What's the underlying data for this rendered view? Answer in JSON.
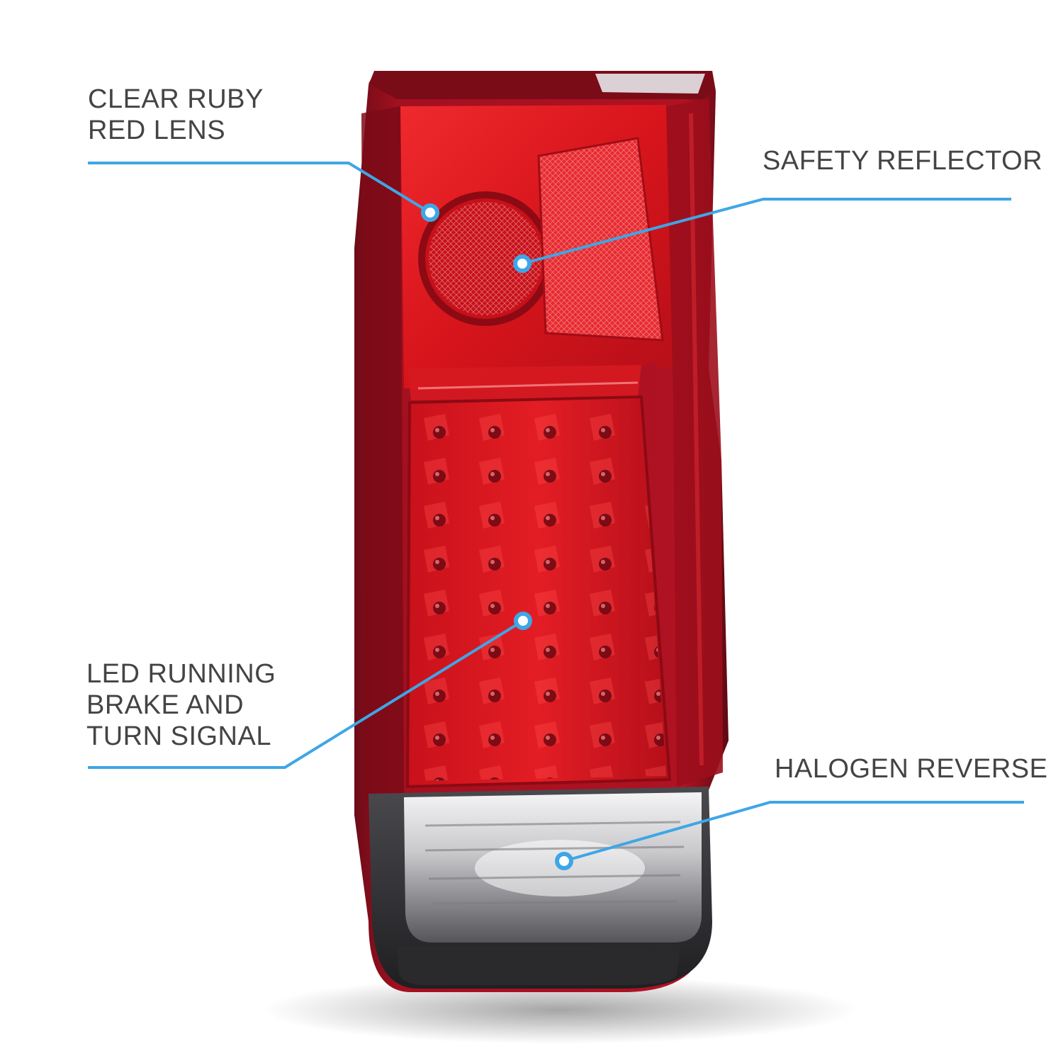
{
  "callouts": {
    "clear_ruby_red_lens": {
      "lines": [
        "CLEAR RUBY",
        "RED LENS"
      ]
    },
    "safety_reflector": {
      "lines": [
        "SAFETY REFLECTOR"
      ]
    },
    "led_running": {
      "lines": [
        "LED RUNNING",
        "BRAKE AND",
        "TURN SIGNAL"
      ]
    },
    "halogen_reverse": {
      "lines": [
        "HALOGEN REVERSE"
      ]
    }
  },
  "colors": {
    "callout_line": "#3ea6e6",
    "label_text": "#444444",
    "lens_red": "#d7141b",
    "lens_dark_red": "#8d0f1e",
    "housing_smoke": "#3a3a3c"
  }
}
